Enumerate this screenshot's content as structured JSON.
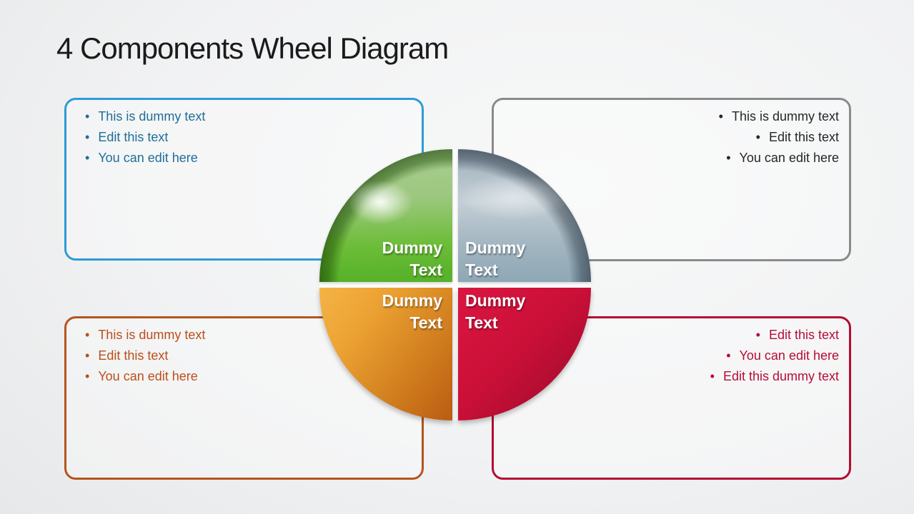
{
  "slide": {
    "title": "4 Components Wheel Diagram"
  },
  "glyphs": {
    "bullet": "•"
  },
  "boxes": {
    "top_left": {
      "accent_color": "#2E9BD6",
      "text_color": "#1F6E99",
      "items": [
        "This is dummy text",
        "Edit this text",
        "You can edit here"
      ]
    },
    "top_right": {
      "accent_color": "#8A8A8C",
      "text_color": "#262626",
      "items": [
        "This is dummy text",
        "Edit this text",
        "You can edit here"
      ]
    },
    "bottom_left": {
      "accent_color": "#B5541C",
      "text_color": "#BC4E1B",
      "items": [
        "This is dummy text",
        "Edit this text",
        "You can edit here"
      ]
    },
    "bottom_right": {
      "accent_color": "#B40B31",
      "text_color": "#B50D36",
      "items": [
        "Edit this text",
        "You can edit here",
        "Edit this dummy text"
      ]
    }
  },
  "wheel": {
    "quadrants": {
      "top_left": {
        "color": "#5FB72C",
        "lines": [
          "Dummy",
          "Text"
        ]
      },
      "top_right": {
        "color": "#94A9B8",
        "lines": [
          "Dummy",
          "Text"
        ]
      },
      "bottom_left": {
        "color": "#E19327",
        "lines": [
          "Dummy",
          "Text"
        ]
      },
      "bottom_right": {
        "color": "#C30F38",
        "lines": [
          "Dummy",
          "Text"
        ]
      }
    }
  }
}
